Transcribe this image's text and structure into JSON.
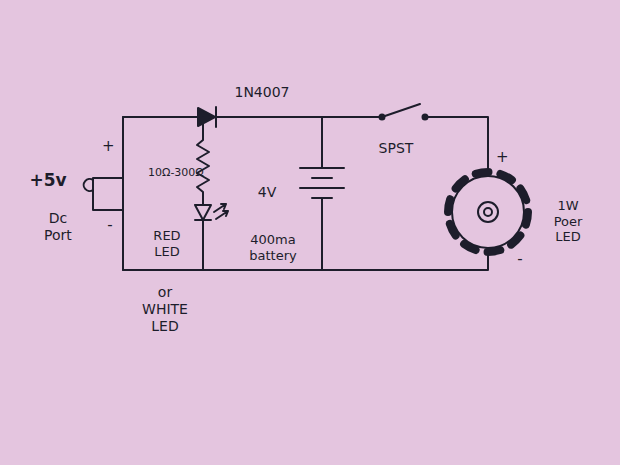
{
  "diagram": {
    "labels": [
      "1N4007",
      "+5v",
      "Dc Port",
      "+",
      "-",
      "10Ω-300Ω",
      "RED LED",
      "or WHITE LED",
      "4V",
      "400ma battery",
      "SPST",
      "+",
      "-",
      "1W Poer LED"
    ]
  }
}
